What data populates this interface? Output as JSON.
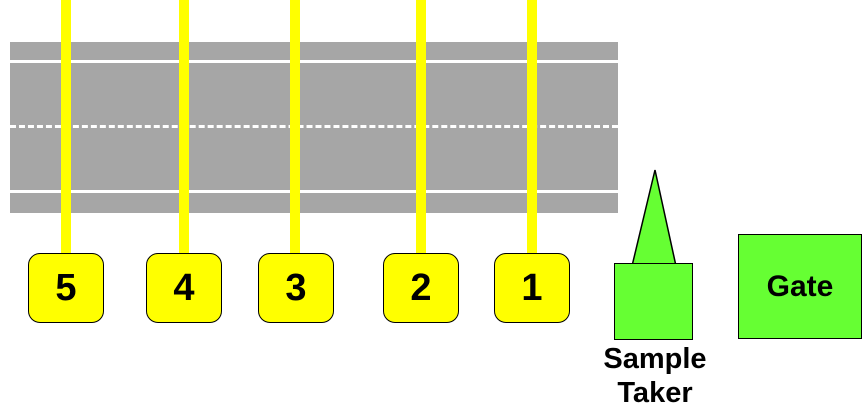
{
  "colors": {
    "road": "#a6a6a6",
    "lane_marking": "#ffffff",
    "rope": "#ffff00",
    "lane_box": "#ffff00",
    "sample_taker": "#66ff33",
    "gate": "#66ff33"
  },
  "lanes": [
    {
      "label": "5"
    },
    {
      "label": "4"
    },
    {
      "label": "3"
    },
    {
      "label": "2"
    },
    {
      "label": "1"
    }
  ],
  "sample_taker": {
    "label_line1": "Sample",
    "label_line2": "Taker"
  },
  "gate": {
    "label": "Gate"
  }
}
